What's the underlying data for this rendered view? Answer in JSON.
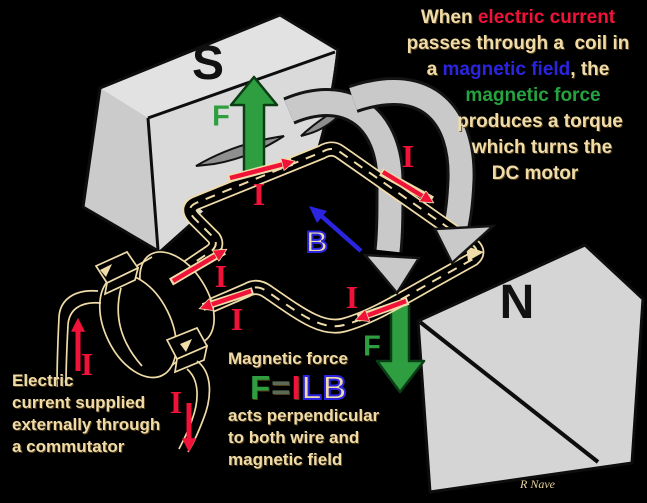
{
  "title": {
    "line1_pre": "When ",
    "line1_accent": "electric current",
    "line2": "passes through a  coil in",
    "line3_pre": "a ",
    "line3_accent": "magnetic field",
    "line3_post": ", the",
    "line4_accent": "magnetic force",
    "line5": "produces a torque",
    "line6": "which turns the",
    "line7": "DC motor"
  },
  "magnets": {
    "south": "S",
    "north": "N"
  },
  "labels": {
    "force": "F",
    "current": "I",
    "field": "B"
  },
  "left_note": {
    "line1": "Electric",
    "line2": "current supplied",
    "line3": "externally through",
    "line4": "a commutator"
  },
  "center_note": {
    "line1": "Magnetic force",
    "line2": "acts perpendicular",
    "line3": "to both wire and",
    "line4": "magnetic field"
  },
  "formula": {
    "f": "F",
    "eq": "=",
    "i": "I",
    "l": "L",
    "b": "B"
  },
  "credit": "R Nave",
  "colors": {
    "background": "#000000",
    "text_cream": "#F0DCA8",
    "accent_red": "#F01238",
    "accent_green": "#2E9E40",
    "accent_blue": "#2B24E0",
    "magnet_gray": "#D9D9D9",
    "torque_arrow_gray": "#C9C9C9"
  }
}
